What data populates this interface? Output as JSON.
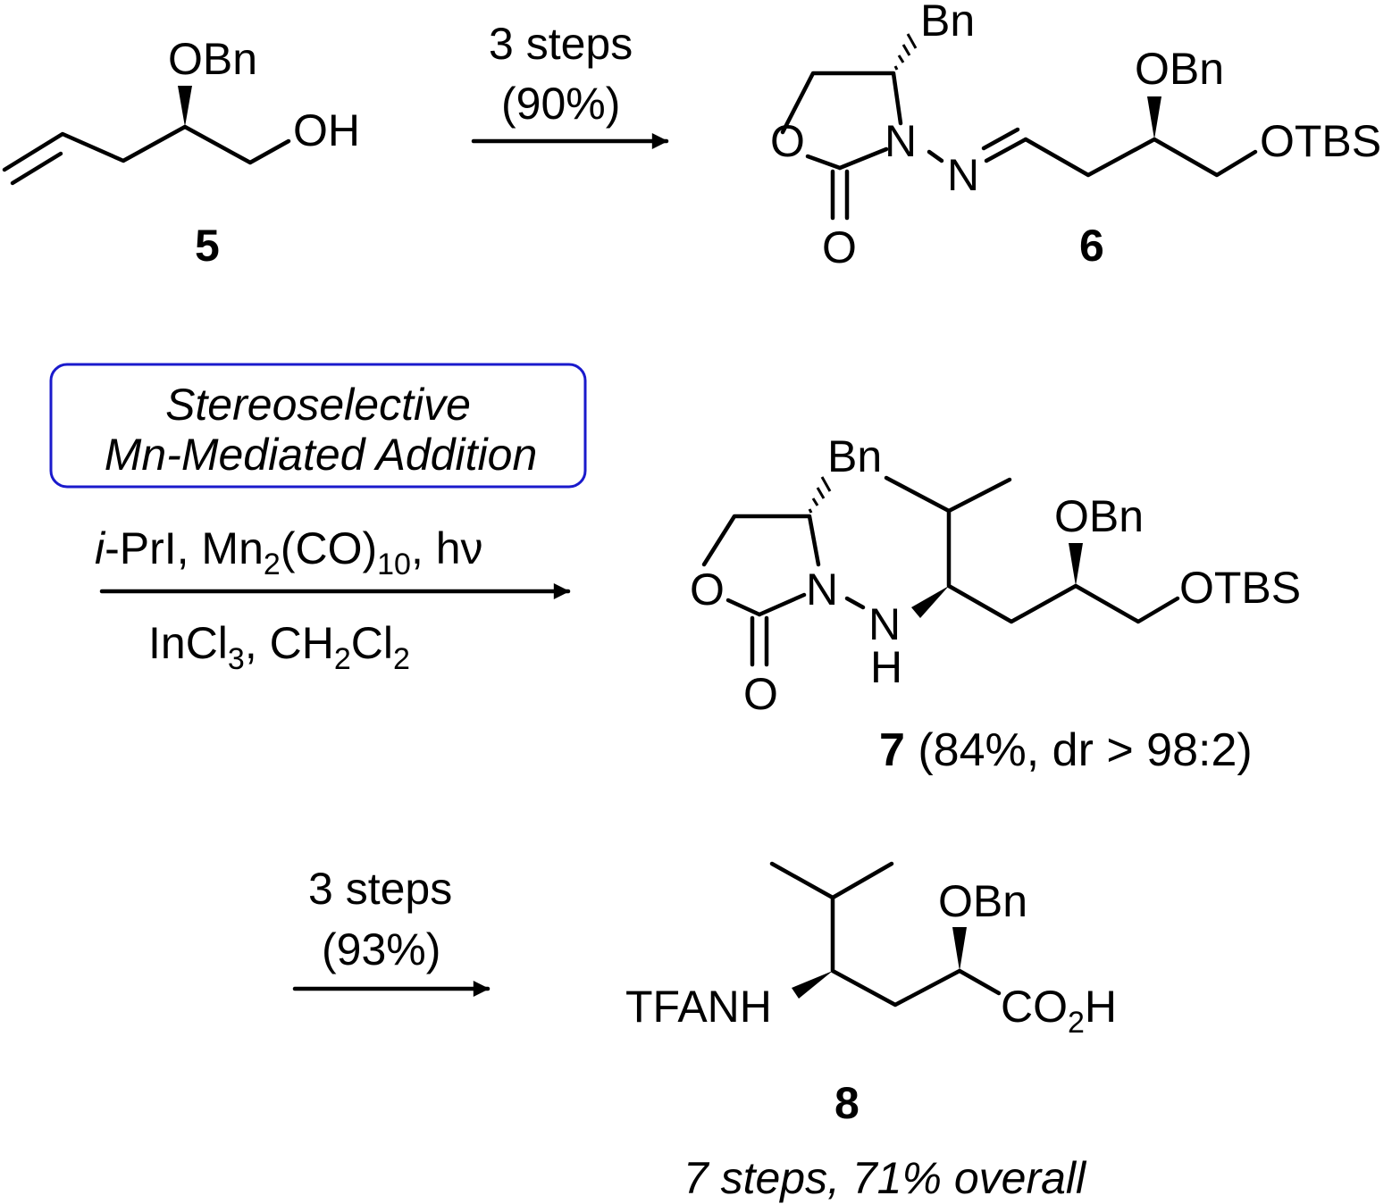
{
  "colors": {
    "ink": "#000000",
    "highlight_box": "#1a1acc",
    "background": "#ffffff"
  },
  "atoms": {
    "obn": "OBn",
    "oh": "OH",
    "bn": "Bn",
    "o": "O",
    "n": "N",
    "h": "H",
    "otbs": "OTBS",
    "tfanh": "TFANH",
    "co": "CO",
    "sub2": "2",
    "h_acid": "H"
  },
  "compounds": {
    "c5": "5",
    "c6": "6",
    "c7": "7",
    "c7_note": " (84%, dr > 98:2)",
    "c8": "8"
  },
  "steps": {
    "step1_top": "3 steps",
    "step1_yield": "(90%)",
    "box_line1": "Stereoselective",
    "box_line2": "Mn-Mediated Addition",
    "reagent_i": "i",
    "reagent_rest": "-PrI, Mn",
    "reagent_sub2": "2",
    "reagent_co": "(CO)",
    "reagent_sub10": "10",
    "reagent_hv": ", hν",
    "cond_incl": "InCl",
    "cond_sub3": "3",
    "cond_ch": ", CH",
    "cond_sub2a": "2",
    "cond_cl": "Cl",
    "cond_sub2b": "2",
    "step3_top": "3 steps",
    "step3_yield": "(93%)",
    "overall": "7 steps, 71% overall"
  }
}
